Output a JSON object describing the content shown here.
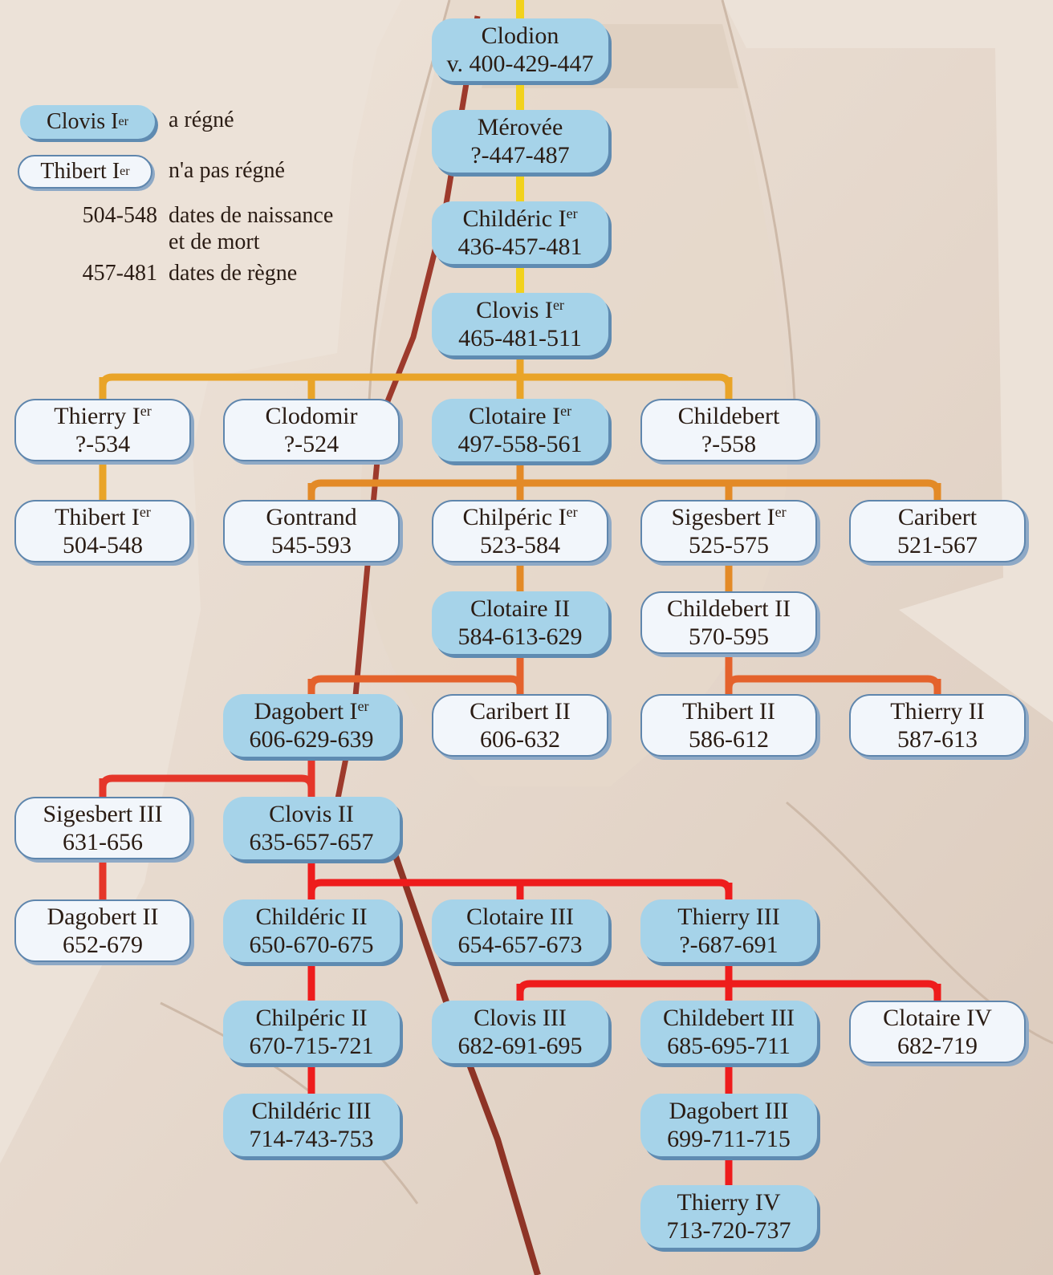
{
  "colors": {
    "reigned_fill": "#a6d3e9",
    "not_reigned_fill": "#f2f6fb",
    "box_shadow": "#5f8bb1",
    "line_yellow": "#f2d21c",
    "line_amber": "#e9a428",
    "line_orange": "#e38a27",
    "line_red_orange": "#e4622c",
    "line_red": "#e5362a",
    "line_bright_red": "#ee1c1c",
    "background": "#e9ddd2"
  },
  "legend": {
    "reigned_pill": {
      "name": "Clovis I",
      "sup": "er"
    },
    "reigned_text": "a régné",
    "not_reigned_pill": {
      "name": "Thibert I",
      "sup": "er"
    },
    "not_reigned_text": "n'a pas régné",
    "birth_death_example": "504-548",
    "birth_death_text_1": "dates de naissance",
    "birth_death_text_2": "et de mort",
    "reign_example": "457-481",
    "reign_text": "dates de règne"
  },
  "nodes": [
    {
      "id": "clodion",
      "name": "Clodion",
      "sup": "",
      "dates": "v. 400-429-447",
      "reigned": true
    },
    {
      "id": "merovee",
      "name": "Mérovée",
      "sup": "",
      "dates": "?-447-487",
      "reigned": true
    },
    {
      "id": "childeric1",
      "name": "Childéric I",
      "sup": "er",
      "dates": "436-457-481",
      "reigned": true
    },
    {
      "id": "clovis1",
      "name": "Clovis I",
      "sup": "er",
      "dates": "465-481-511",
      "reigned": true
    },
    {
      "id": "thierry1",
      "name": "Thierry I",
      "sup": "er",
      "dates": "?-534",
      "reigned": false
    },
    {
      "id": "clodomir",
      "name": "Clodomir",
      "sup": "",
      "dates": "?-524",
      "reigned": false
    },
    {
      "id": "clotaire1",
      "name": "Clotaire I",
      "sup": "er",
      "dates": "497-558-561",
      "reigned": true
    },
    {
      "id": "childebert",
      "name": "Childebert",
      "sup": "",
      "dates": "?-558",
      "reigned": false
    },
    {
      "id": "thibert1",
      "name": "Thibert I",
      "sup": "er",
      "dates": "504-548",
      "reigned": false
    },
    {
      "id": "gontrand",
      "name": "Gontrand",
      "sup": "",
      "dates": "545-593",
      "reigned": false
    },
    {
      "id": "chilperic1",
      "name": "Chilpéric I",
      "sup": "er",
      "dates": "523-584",
      "reigned": false
    },
    {
      "id": "sigesbert1",
      "name": "Sigesbert I",
      "sup": "er",
      "dates": "525-575",
      "reigned": false
    },
    {
      "id": "caribert",
      "name": "Caribert",
      "sup": "",
      "dates": "521-567",
      "reigned": false
    },
    {
      "id": "clotaire2",
      "name": "Clotaire II",
      "sup": "",
      "dates": "584-613-629",
      "reigned": true
    },
    {
      "id": "childebert2",
      "name": "Childebert II",
      "sup": "",
      "dates": "570-595",
      "reigned": false
    },
    {
      "id": "dagobert1",
      "name": "Dagobert I",
      "sup": "er",
      "dates": "606-629-639",
      "reigned": true
    },
    {
      "id": "caribert2",
      "name": "Caribert II",
      "sup": "",
      "dates": "606-632",
      "reigned": false
    },
    {
      "id": "thibert2",
      "name": "Thibert II",
      "sup": "",
      "dates": "586-612",
      "reigned": false
    },
    {
      "id": "thierry2",
      "name": "Thierry II",
      "sup": "",
      "dates": "587-613",
      "reigned": false
    },
    {
      "id": "sigesbert3",
      "name": "Sigesbert III",
      "sup": "",
      "dates": "631-656",
      "reigned": false
    },
    {
      "id": "clovis2",
      "name": "Clovis II",
      "sup": "",
      "dates": "635-657-657",
      "reigned": true
    },
    {
      "id": "dagobert2",
      "name": "Dagobert II",
      "sup": "",
      "dates": "652-679",
      "reigned": false
    },
    {
      "id": "childeric2",
      "name": "Childéric II",
      "sup": "",
      "dates": "650-670-675",
      "reigned": true
    },
    {
      "id": "clotaire3",
      "name": "Clotaire III",
      "sup": "",
      "dates": "654-657-673",
      "reigned": true
    },
    {
      "id": "thierry3",
      "name": "Thierry III",
      "sup": "",
      "dates": "?-687-691",
      "reigned": true
    },
    {
      "id": "chilperic2",
      "name": "Chilpéric II",
      "sup": "",
      "dates": "670-715-721",
      "reigned": true
    },
    {
      "id": "clovis3",
      "name": "Clovis III",
      "sup": "",
      "dates": "682-691-695",
      "reigned": true
    },
    {
      "id": "childebert3",
      "name": "Childebert III",
      "sup": "",
      "dates": "685-695-711",
      "reigned": true
    },
    {
      "id": "clotaire4",
      "name": "Clotaire IV",
      "sup": "",
      "dates": "682-719",
      "reigned": false
    },
    {
      "id": "childeric3",
      "name": "Childéric III",
      "sup": "",
      "dates": "714-743-753",
      "reigned": true
    },
    {
      "id": "dagobert3",
      "name": "Dagobert III",
      "sup": "",
      "dates": "699-711-715",
      "reigned": true
    },
    {
      "id": "thierry4",
      "name": "Thierry IV",
      "sup": "",
      "dates": "713-720-737",
      "reigned": true
    }
  ]
}
